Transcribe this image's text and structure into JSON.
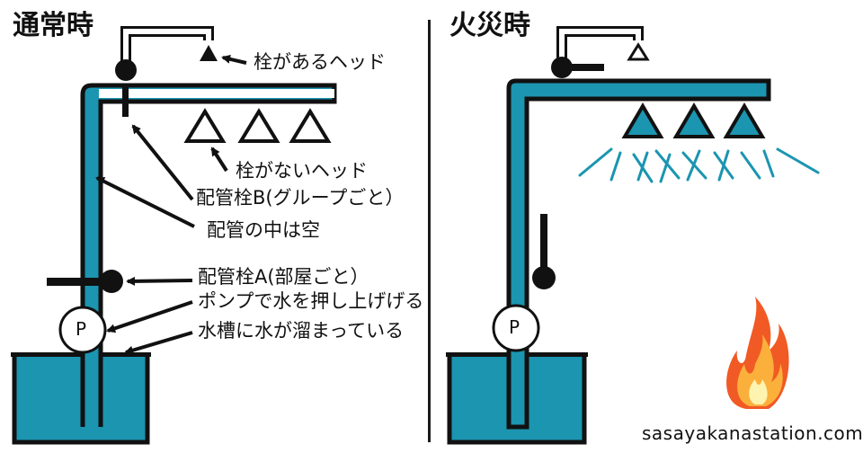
{
  "left": {
    "title": "通常時",
    "labels": {
      "valved_head": "栓があるヘッド",
      "valveless_head": "栓がないヘッド",
      "pipe_valve_b": "配管栓B(グループごと）",
      "pipe_empty": "配管の中は空",
      "pipe_valve_a": "配管栓A(部屋ごと）",
      "pump_action": "ポンプで水を押し上げげる",
      "tank_water": "水槽に水が溜まっている"
    },
    "pump_label": "P"
  },
  "right": {
    "title": "火災時",
    "pump_label": "P"
  },
  "footer": {
    "site": "sasayakanastation.com"
  },
  "colors": {
    "water": "#1b95b0",
    "outline": "#111111",
    "flame_outer": "#f15a24",
    "flame_inner": "#fbb03b",
    "flame_core": "#fff3b0"
  },
  "icons": [
    "valve-knob-icon",
    "sprinkler-head-icon",
    "pump-icon",
    "flame-icon",
    "water-spray-icon"
  ]
}
